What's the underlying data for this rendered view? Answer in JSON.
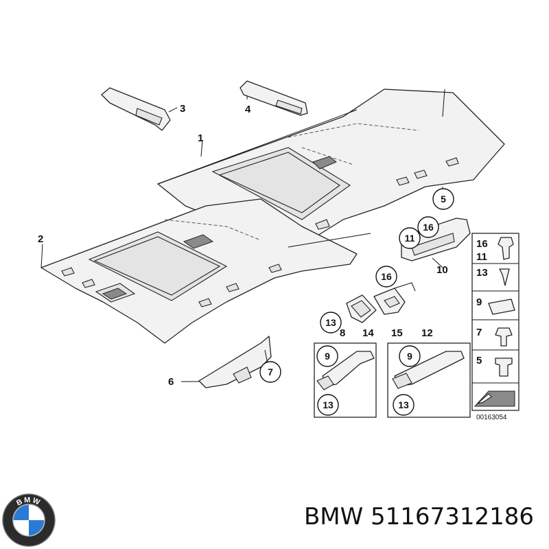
{
  "diagram": {
    "callouts": {
      "c1": "1",
      "c2": "2",
      "c3": "3",
      "c4": "4",
      "c5": "5",
      "c6": "6",
      "c7": "7",
      "c8": "8",
      "c9a": "9",
      "c9b": "9",
      "c10": "10",
      "c11": "11",
      "c12": "12",
      "c13a": "13",
      "c13b": "13",
      "c13c": "13",
      "c14": "14",
      "c15": "15",
      "c16a": "16",
      "c16b": "16"
    },
    "legend": {
      "r16": "16",
      "r11": "11",
      "r13": "13",
      "r9": "9",
      "r7": "7",
      "r5": "5"
    },
    "drawing_code": "00163054"
  },
  "brand": {
    "logo_letters": "BMW",
    "caption": "BMW 51167312186"
  }
}
